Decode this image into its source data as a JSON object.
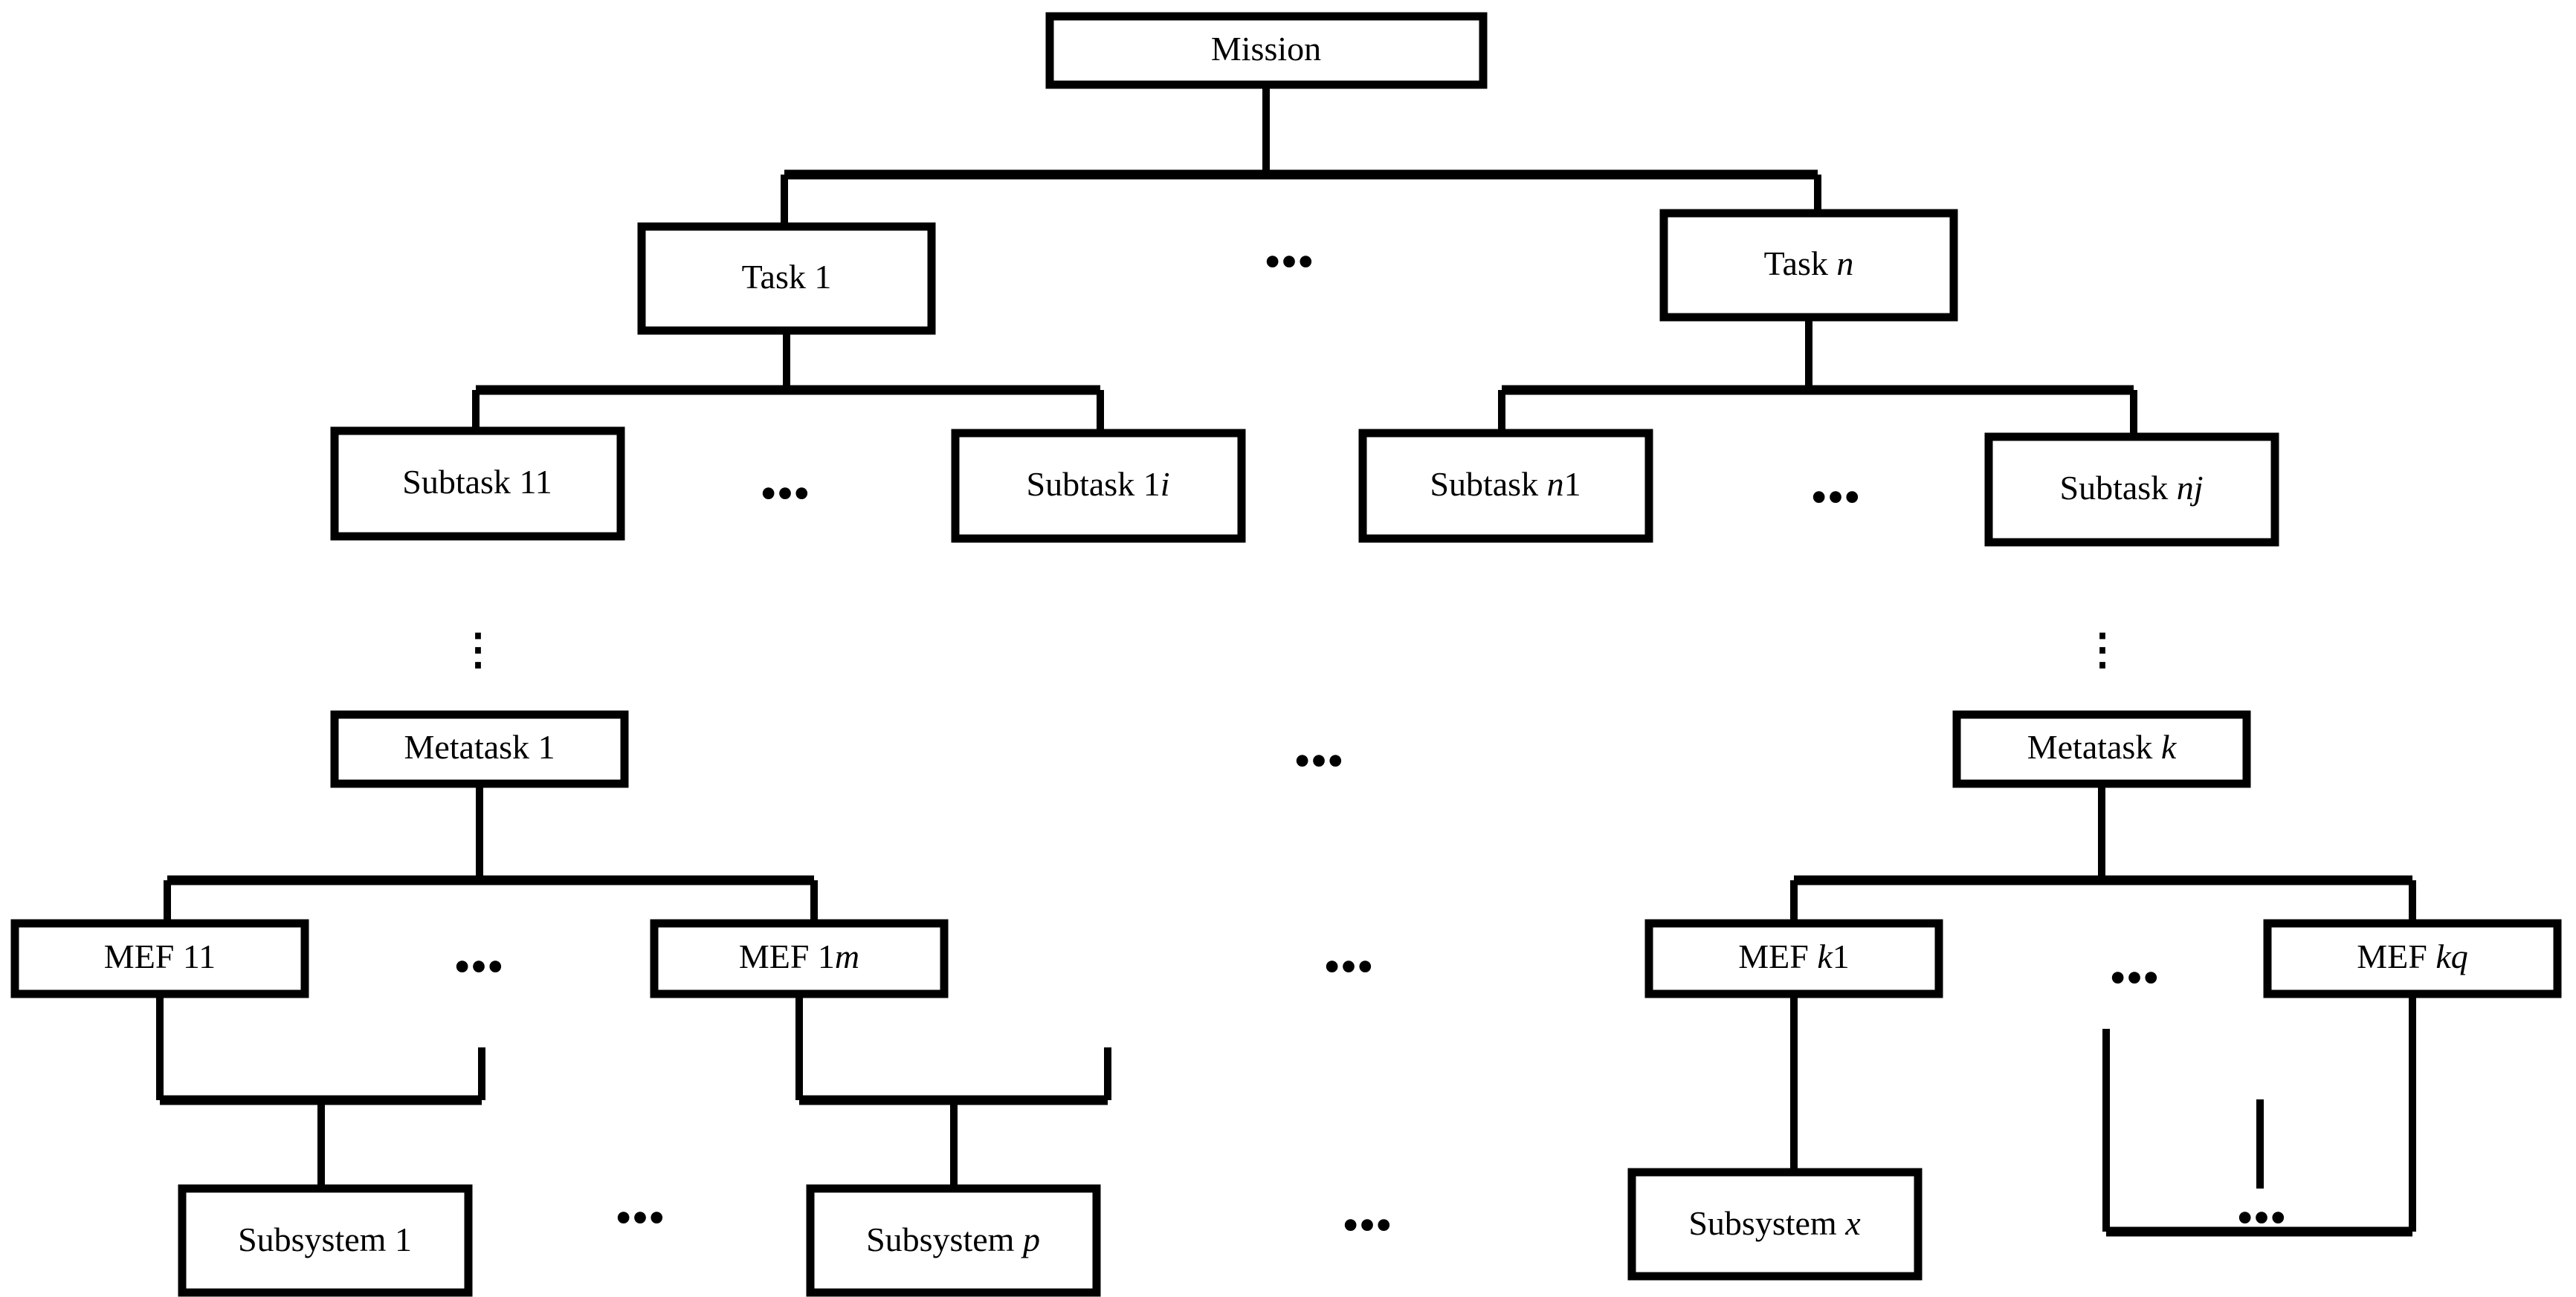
{
  "diagram": {
    "title": "Mission decomposition hierarchy",
    "background_color": "#ffffff",
    "line_color": "#000000",
    "text_color": "#000000",
    "levels": [
      "Mission",
      "Task",
      "Subtask",
      "Metatask",
      "MEF",
      "Subsystem"
    ],
    "nodes": {
      "mission": {
        "label": "Mission",
        "italic_suffix": ""
      },
      "task_1": {
        "label": "Task 1",
        "base": "Task ",
        "italic_suffix": ""
      },
      "task_n": {
        "label": "Task n",
        "base": "Task ",
        "italic_suffix": "n"
      },
      "subtask_11": {
        "base": "Subtask ",
        "italic_suffix": "",
        "plain_suffix": "11"
      },
      "subtask_1i": {
        "base": "Subtask 1",
        "italic_suffix": "i",
        "plain_suffix": ""
      },
      "subtask_n1": {
        "base": "Subtask ",
        "italic_suffix": "n",
        "plain_suffix": "1"
      },
      "subtask_nj": {
        "base": "Subtask ",
        "italic_suffix": "nj",
        "plain_suffix": ""
      },
      "metatask_1": {
        "base": "Metatask ",
        "italic_suffix": "",
        "plain_suffix": "1"
      },
      "metatask_k": {
        "base": "Metatask ",
        "italic_suffix": "k",
        "plain_suffix": ""
      },
      "mef_11": {
        "base": "MEF ",
        "italic_suffix": "",
        "plain_suffix": "11"
      },
      "mef_1m": {
        "base": "MEF 1",
        "italic_suffix": "m",
        "plain_suffix": ""
      },
      "mef_k1": {
        "base": "MEF ",
        "italic_suffix": "k",
        "plain_suffix": "1"
      },
      "mef_kq": {
        "base": "MEF ",
        "italic_suffix": "kq",
        "plain_suffix": ""
      },
      "subsystem_1": {
        "base": "Subsystem ",
        "italic_suffix": "",
        "plain_suffix": "1"
      },
      "subsystem_p": {
        "base": "Subsystem ",
        "italic_suffix": "p",
        "plain_suffix": ""
      },
      "subsystem_x": {
        "base": "Subsystem ",
        "italic_suffix": "x",
        "plain_suffix": ""
      }
    },
    "ellipses": {
      "task_row": "•••",
      "subtask_left": "•••",
      "subtask_right": "•••",
      "vertical_left": "⋮",
      "vertical_right": "⋮",
      "metatask_row": "•••",
      "mef_left": "•••",
      "mef_mid": "•••",
      "mef_right": "•••",
      "subsystem_left": "•••",
      "subsystem_mid": "•••",
      "subsystem_right": "•••"
    }
  }
}
